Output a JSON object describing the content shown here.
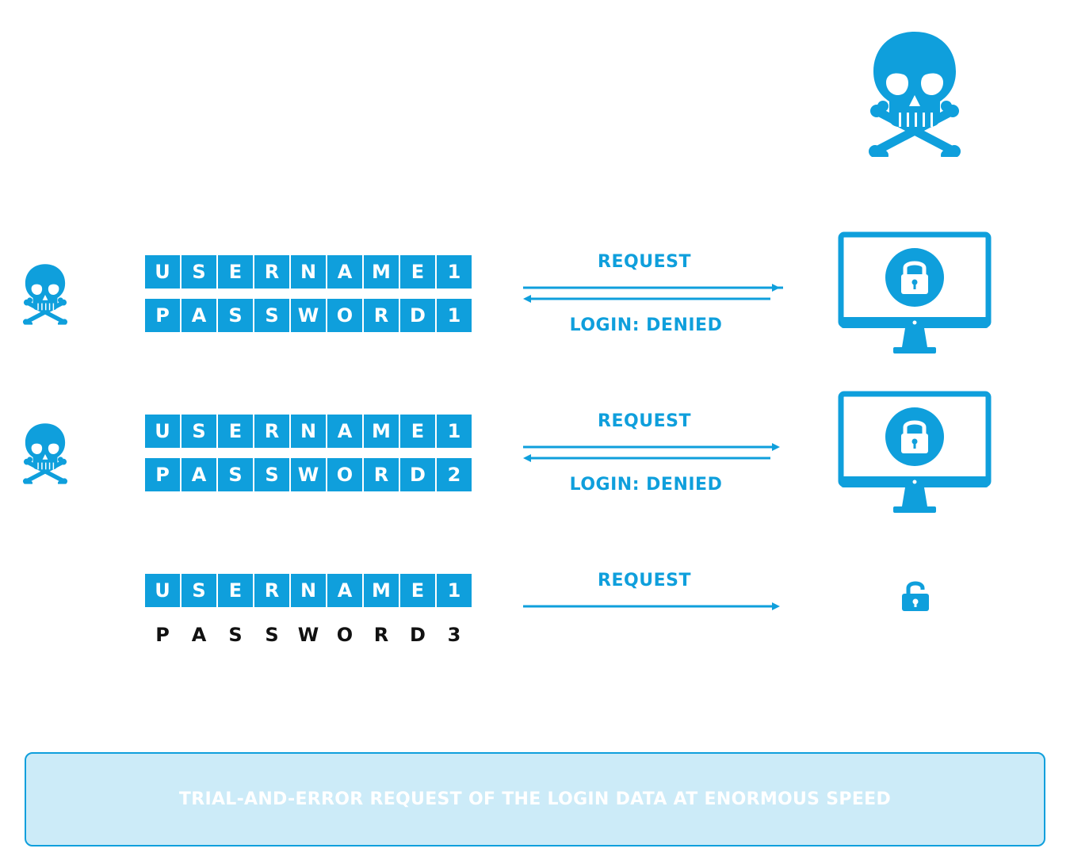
{
  "colors": {
    "accent": "#0f9fdc",
    "banner_bg": "#ccebf8",
    "text_dark": "#111111"
  },
  "icons": {
    "hacker_main": "skull-crossbones-icon",
    "hacker_attempt": "skull-crossbones-icon",
    "server_locked": "locked-monitor-icon",
    "server_unlocked": "unlocked-padlock-icon"
  },
  "attempts": [
    {
      "username": [
        "U",
        "S",
        "E",
        "R",
        "N",
        "A",
        "M",
        "E",
        "1"
      ],
      "password": [
        "P",
        "A",
        "S",
        "S",
        "W",
        "O",
        "R",
        "D",
        "1"
      ],
      "request_label": "REQUEST",
      "response_label": "LOGIN: DENIED"
    },
    {
      "username": [
        "U",
        "S",
        "E",
        "R",
        "N",
        "A",
        "M",
        "E",
        "1"
      ],
      "password": [
        "P",
        "A",
        "S",
        "S",
        "W",
        "O",
        "R",
        "D",
        "2"
      ],
      "request_label": "REQUEST",
      "response_label": "LOGIN: DENIED"
    },
    {
      "username": [
        "U",
        "S",
        "E",
        "R",
        "N",
        "A",
        "M",
        "E",
        "1"
      ],
      "password": [
        "P",
        "A",
        "S",
        "S",
        "W",
        "O",
        "R",
        "D",
        "3"
      ],
      "request_label": "REQUEST",
      "response_label": ""
    }
  ],
  "banner": {
    "text": "TRIAL-AND-ERROR REQUEST OF THE LOGIN DATA AT ENORMOUS SPEED"
  }
}
